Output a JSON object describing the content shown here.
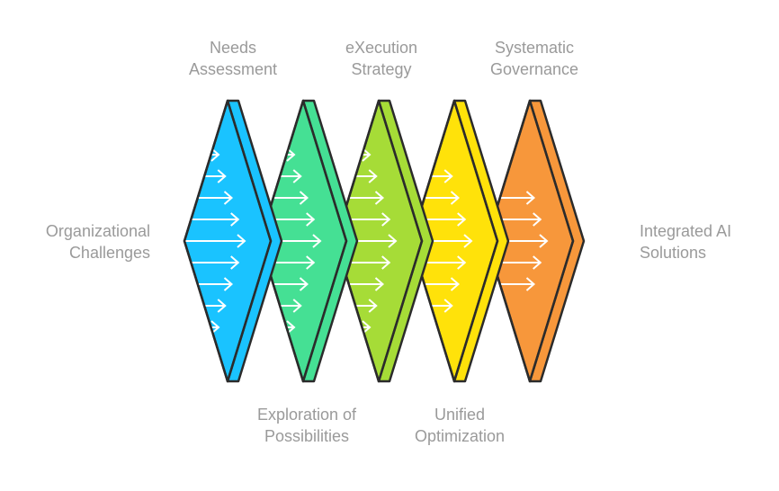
{
  "diagram": {
    "start_label": [
      "Organizational",
      "Challenges"
    ],
    "end_label": [
      "Integrated AI",
      "Solutions"
    ],
    "stages": [
      {
        "name": "Needs Assessment",
        "lines": [
          "Needs",
          "Assessment"
        ],
        "label_position": "top",
        "color": "#1AC3FF",
        "arrow_count": 9
      },
      {
        "name": "Exploration of Possibilities",
        "lines": [
          "Exploration of",
          "Possibilities"
        ],
        "label_position": "bottom",
        "color": "#45E094",
        "arrow_count": 9
      },
      {
        "name": "eXecution Strategy",
        "lines": [
          "eXecution",
          "Strategy"
        ],
        "label_position": "top",
        "color": "#A6DC37",
        "arrow_count": 9
      },
      {
        "name": "Unified Optimization",
        "lines": [
          "Unified",
          "Optimization"
        ],
        "label_position": "bottom",
        "color": "#FFE20A",
        "arrow_count": 7
      },
      {
        "name": "Systematic Governance",
        "lines": [
          "Systematic",
          "Governance"
        ],
        "label_position": "top",
        "color": "#F7973B",
        "arrow_count": 5
      }
    ],
    "outline_color": "#2b2b2b",
    "arrow_color": "#ffffff"
  }
}
